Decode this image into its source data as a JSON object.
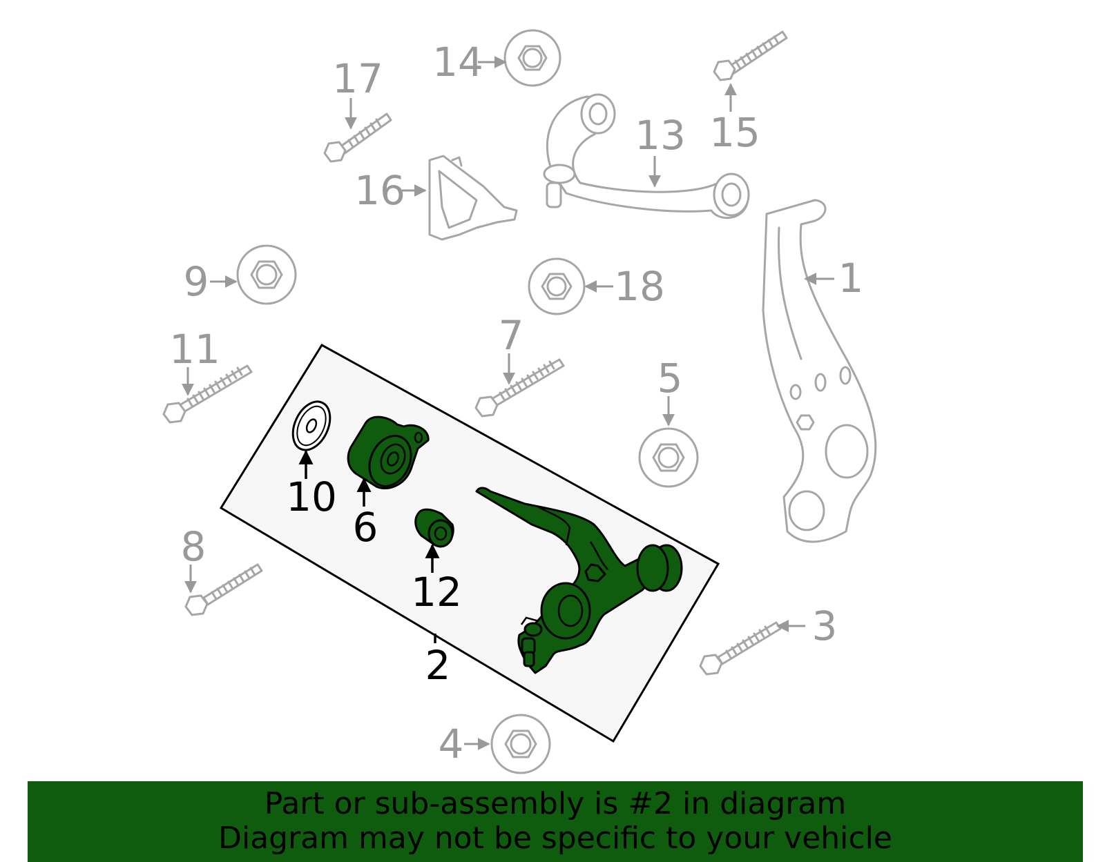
{
  "highlight_color": "#0f5c0f",
  "callouts": {
    "c1": "1",
    "c2": "2",
    "c3": "3",
    "c4": "4",
    "c5": "5",
    "c6": "6",
    "c7": "7",
    "c8": "8",
    "c9": "9",
    "c10": "10",
    "c11": "11",
    "c12": "12",
    "c13": "13",
    "c14": "14",
    "c15": "15",
    "c16": "16",
    "c17": "17",
    "c18": "18"
  },
  "banner": {
    "line1": "Part or sub-assembly is #2 in diagram",
    "line2": "Diagram may not be specific to your vehicle"
  }
}
